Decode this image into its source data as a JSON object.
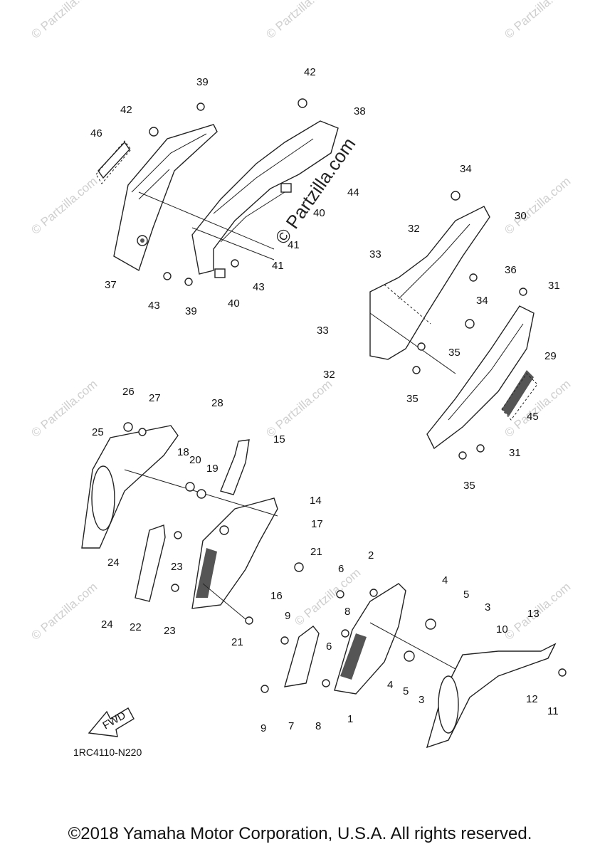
{
  "diagram": {
    "code": "1RC4110-N220",
    "fwd_label": "FWD",
    "watermark": "© Partzilla.com",
    "callouts": [
      "1",
      "2",
      "3",
      "4",
      "5",
      "6",
      "7",
      "8",
      "9",
      "10",
      "11",
      "12",
      "13",
      "14",
      "15",
      "16",
      "17",
      "18",
      "19",
      "20",
      "21",
      "22",
      "23",
      "24",
      "25",
      "26",
      "27",
      "28",
      "29",
      "30",
      "31",
      "32",
      "33",
      "34",
      "35",
      "36",
      "37",
      "38",
      "39",
      "40",
      "41",
      "42",
      "43",
      "44",
      "45",
      "46"
    ]
  },
  "footer": {
    "copyright": "©2018 Yamaha Motor Corporation, U.S.A. All rights reserved."
  }
}
